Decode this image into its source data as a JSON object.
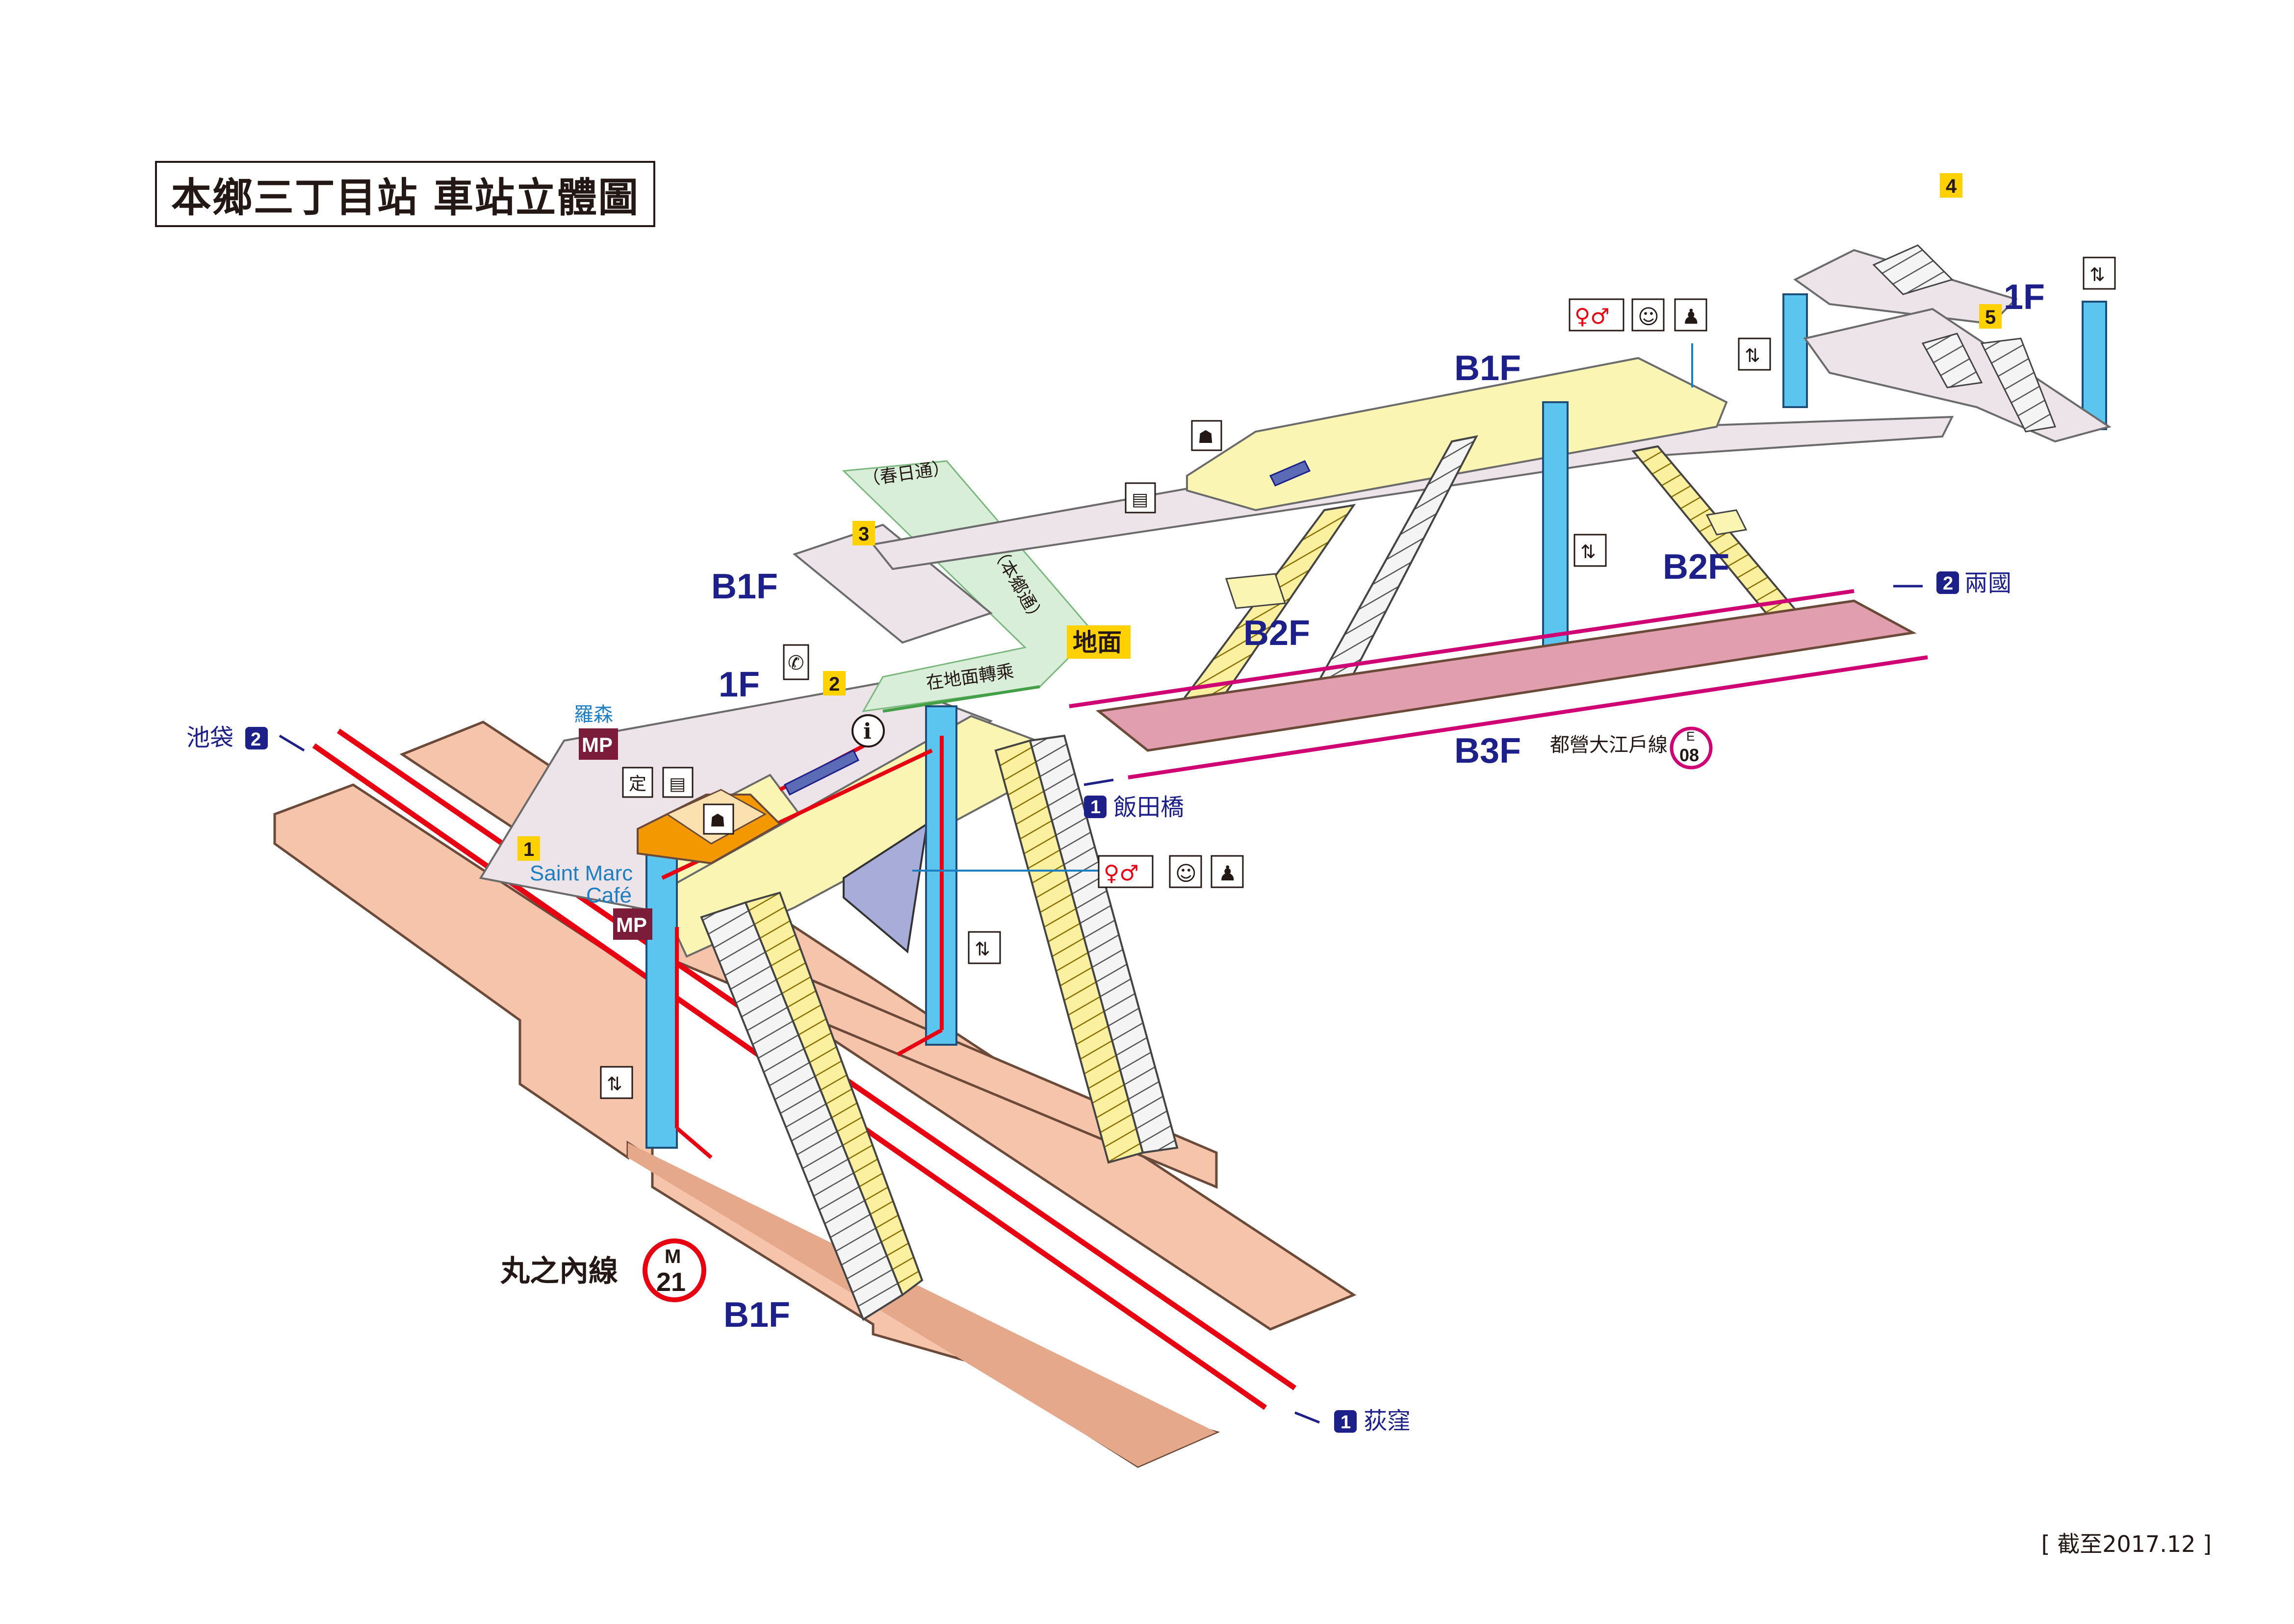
{
  "title": "本鄉三丁目站 車站立體圖",
  "as_of": "[ 截至2017.12 ]",
  "floors": {
    "b1f_main": "B1F",
    "b1f_upper_left": "B1F",
    "b1f_upper_right": "B1F",
    "f1_left": "1F",
    "f1_right": "1F",
    "b2f_left": "B2F",
    "b2f_right": "B2F",
    "b3f": "B3F",
    "ground": "地面"
  },
  "lines": {
    "marunouchi": {
      "name": "丸之內線",
      "letter": "M",
      "number": "21",
      "color": "#e60012"
    },
    "oedo": {
      "name": "都營大江戶線",
      "letter": "E",
      "number": "08",
      "color": "#cf0073"
    }
  },
  "directions": {
    "ikebukuro": {
      "num": "2",
      "label": "池袋"
    },
    "ogikubo": {
      "num": "1",
      "label": "荻窪"
    },
    "iidabashi": {
      "num": "1",
      "label": "飯田橋"
    },
    "ryogoku": {
      "num": "2",
      "label": "兩國"
    }
  },
  "exits": [
    "1",
    "2",
    "3",
    "4",
    "5"
  ],
  "streets": {
    "kasuga": "（春日通）",
    "hongo": "（本鄉通）"
  },
  "transfer_label": "在地面轉乘",
  "shops": {
    "rasen": {
      "name": "羅森",
      "badge": "MP"
    },
    "saint_marc": {
      "line1": "Saint Marc",
      "line2": "Café",
      "badge": "MP"
    }
  },
  "colors": {
    "marunouchi_platform": "#f5c4aa",
    "concourse_yellow": "#fbf5b4",
    "concourse_gray": "#ece4e8",
    "oedo_platform": "#e19eae",
    "elevator_blue": "#5bc4ef",
    "transfer_green": "#d9eed8",
    "label_navy": "#1d2088",
    "exit_yellow": "#ffd100"
  },
  "icons": [
    "toilet-icon",
    "accessible-toilet-icon",
    "baby-care-icon",
    "ostomate-icon",
    "elevator-icon",
    "info-icon",
    "phone-icon",
    "ticket-machine-icon",
    "station-office-icon",
    "fare-adjust-icon"
  ]
}
